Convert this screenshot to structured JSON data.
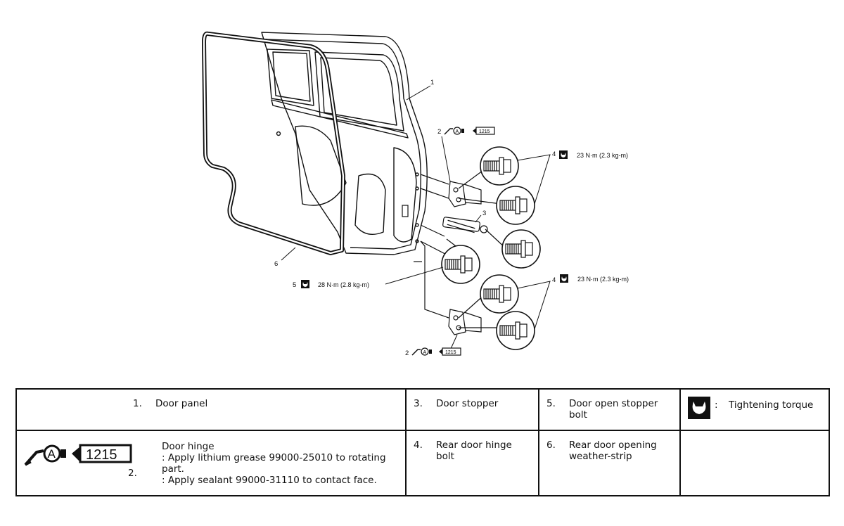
{
  "figure": {
    "callouts": {
      "door_panel": "1",
      "hinge_top": "2",
      "hinge_bottom": "2",
      "stopper": "3",
      "hinge_bolt_top": "4",
      "hinge_bolt_bottom": "4",
      "stopper_bolt": "5",
      "weatherstrip": "6"
    },
    "torque_hinge_top": "23 N·m (2.3 kg-m)",
    "torque_hinge_bottom": "23 N·m (2.3 kg-m)",
    "torque_stopper": "28 N·m (2.8 kg-m)",
    "grease_icon_letter": "A",
    "sealant_number": "1215"
  },
  "legend": {
    "item1": {
      "num": "1.",
      "text": "Door panel"
    },
    "item2": {
      "num": "2.",
      "title": "Door hinge",
      "line1": ": Apply lithium grease 99000-25010 to rotating part.",
      "line2": ": Apply sealant 99000-31110 to contact face.",
      "icon_letter": "A",
      "icon_number": "1215"
    },
    "item3": {
      "num": "3.",
      "text": "Door stopper"
    },
    "item4": {
      "num": "4.",
      "text": "Rear door hinge bolt"
    },
    "item5": {
      "num": "5.",
      "text": "Door open stopper bolt"
    },
    "item6": {
      "num": "6.",
      "text": "Rear door opening weather-strip"
    },
    "torque": {
      "sep": ":",
      "text": "Tightening torque"
    }
  }
}
